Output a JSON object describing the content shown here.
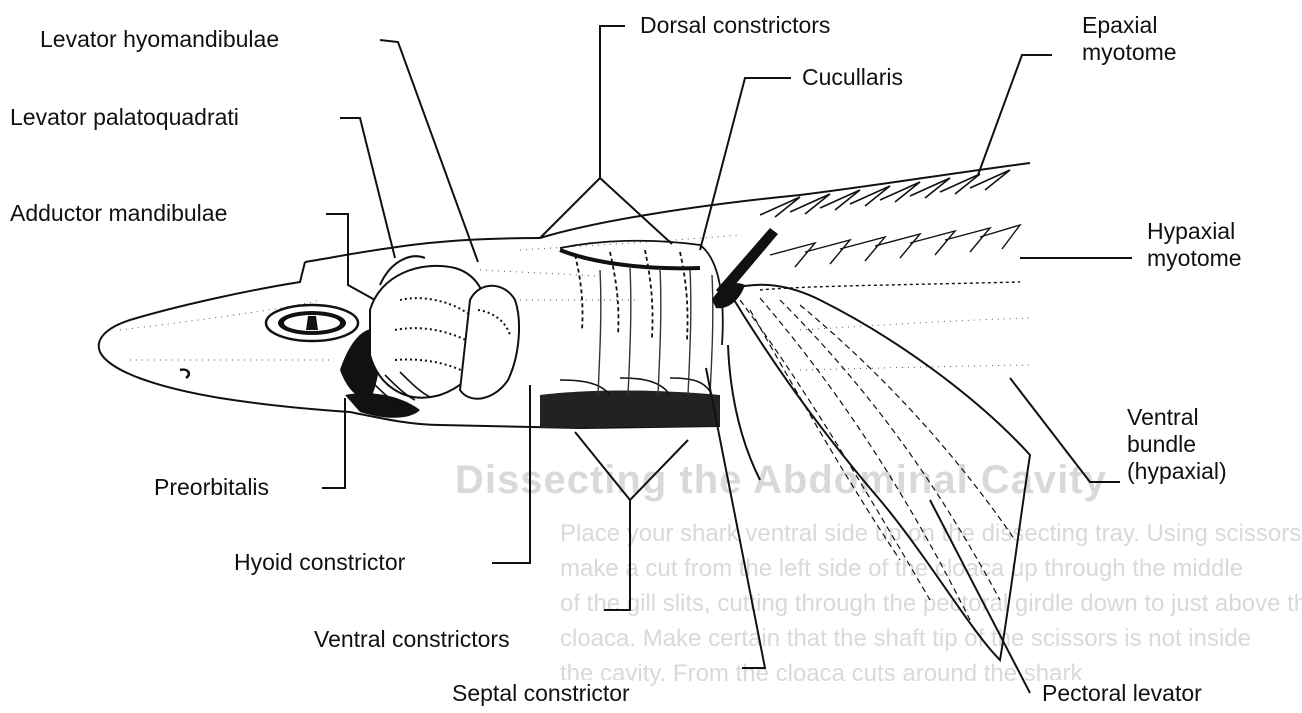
{
  "labels": {
    "levator_hyomandibulae": "Levator hyomandibulae",
    "levator_palatoquadrati": "Levator palatoquadrati",
    "adductor_mandibulae": "Adductor mandibulae",
    "preorbitalis": "Preorbitalis",
    "hyoid_constrictor": "Hyoid constrictor",
    "ventral_constrictors": "Ventral constrictors",
    "septal_constrictor": "Septal constrictor",
    "dorsal_constrictors": "Dorsal  constrictors",
    "cucullaris": "Cucullaris",
    "epaxial_line1": "Epaxial",
    "epaxial_line2": "myotome",
    "hypaxial_line1": "Hypaxial",
    "hypaxial_line2": "myotome",
    "ventral_bundle_line1": "Ventral",
    "ventral_bundle_line2": "bundle",
    "ventral_bundle_line3": "(hypaxial)",
    "pectoral_levator": "Pectoral levator"
  },
  "background_text": {
    "heading": "Dissecting the Abdominal Cavity",
    "lines": [
      "Place your shark ventral side up on the dissecting tray. Using scissors",
      "make a cut from the left side of the cloaca up through the middle",
      "of the gill slits, cutting through the pectoral girdle down to just above the",
      "cloaca. Make certain that the shaft tip of the scissors is not inside",
      "the cavity. From the cloaca cuts around the shark"
    ]
  },
  "colors": {
    "ink": "#111111",
    "background": "#ffffff",
    "bleed_text": "#d9d9d9"
  }
}
